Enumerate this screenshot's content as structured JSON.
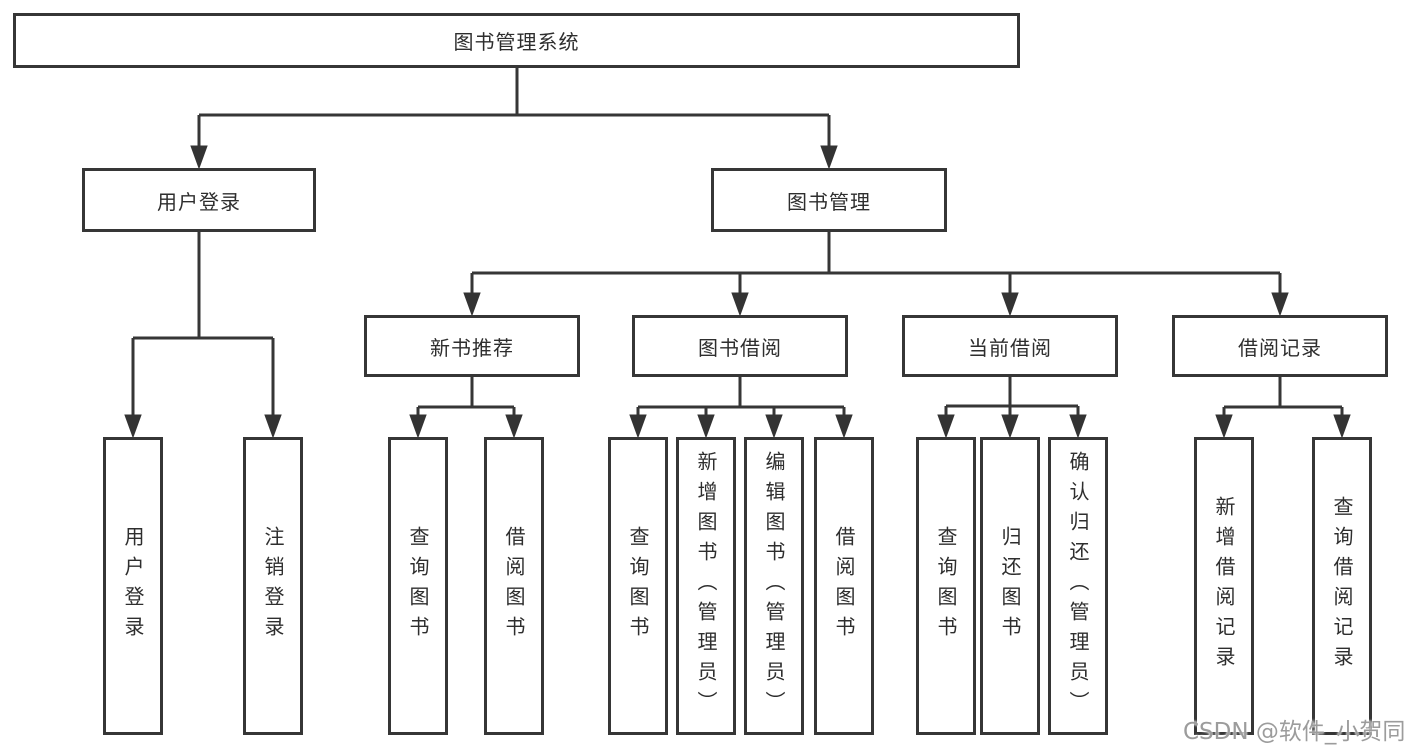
{
  "root": {
    "label": "图书管理系统"
  },
  "branches": {
    "user_login": {
      "label": "用户登录",
      "children": [
        {
          "label": "用户登录"
        },
        {
          "label": "注销登录"
        }
      ]
    },
    "book_mgmt": {
      "label": "图书管理",
      "sections": [
        {
          "label": "新书推荐",
          "children": [
            {
              "label": "查询图书"
            },
            {
              "label": "借阅图书"
            }
          ]
        },
        {
          "label": "图书借阅",
          "children": [
            {
              "label": "查询图书"
            },
            {
              "label": "新增图书（管理员）"
            },
            {
              "label": "编辑图书（管理员）"
            },
            {
              "label": "借阅图书"
            }
          ]
        },
        {
          "label": "当前借阅",
          "children": [
            {
              "label": "查询图书"
            },
            {
              "label": "归还图书"
            },
            {
              "label": "确认归还（管理员）"
            }
          ]
        },
        {
          "label": "借阅记录",
          "children": [
            {
              "label": "新增借阅记录"
            },
            {
              "label": "查询借阅记录"
            }
          ]
        }
      ]
    }
  },
  "watermark": "CSDN @软件_小贺同学",
  "colors": {
    "line": "#363636",
    "text": "#2e2e2e",
    "watermark": "#9c9c9c",
    "background": "#ffffff"
  }
}
